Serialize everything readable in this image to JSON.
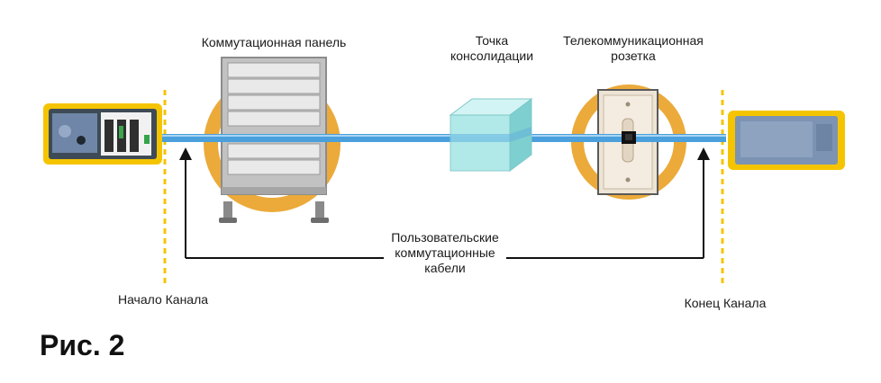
{
  "labels": {
    "patch_panel": "Коммутационная панель",
    "consolidation_point_line1": "Точка",
    "consolidation_point_line2": "консолидации",
    "outlet_line1": "Телекоммуникационная",
    "outlet_line2": "розетка",
    "patch_cables_line1": "Пользовательские",
    "patch_cables_line2": "коммутационные",
    "patch_cables_line3": "кабели",
    "channel_start": "Начало Канала",
    "channel_end": "Конец Канала"
  },
  "figure_caption": "Рис. 2",
  "colors": {
    "ring": "#ebaa3a",
    "cable": "#4aa0dc",
    "tester": "#f5c400",
    "marker_line": "#f5c400",
    "arrow": "#111111",
    "consolidation_box": "#a9e6e6"
  },
  "icons": {
    "tester_main": "cable-tester-main-unit-icon",
    "tester_remote": "cable-tester-remote-unit-icon",
    "patch_panel": "patch-panel-rack-icon",
    "consolidation_point": "consolidation-box-icon",
    "outlet": "wall-outlet-icon"
  }
}
